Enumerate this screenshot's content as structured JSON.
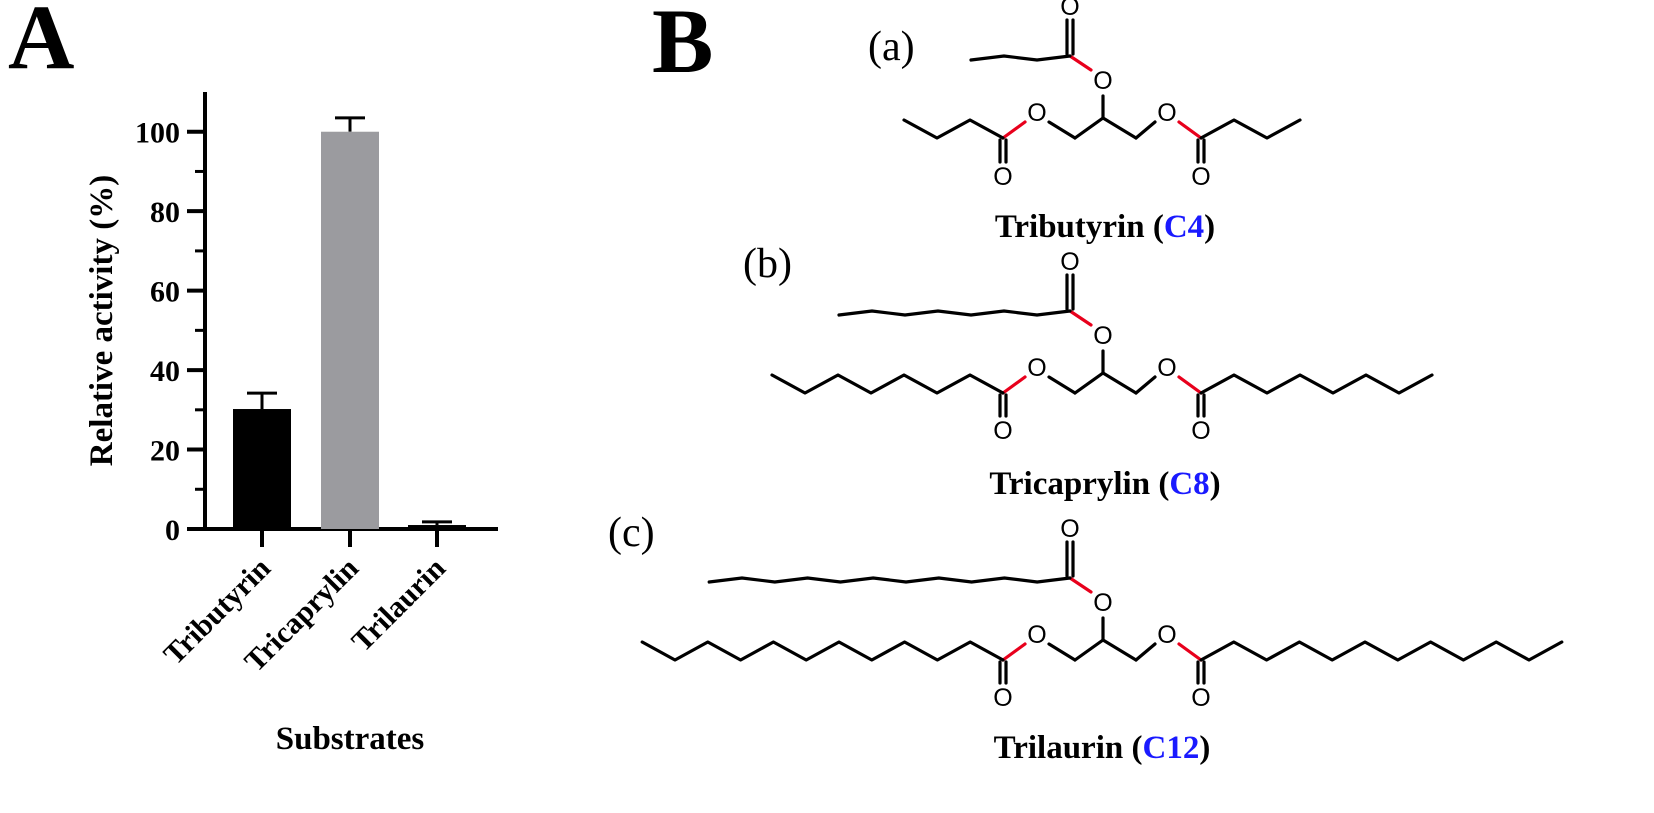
{
  "panels": {
    "a": {
      "label": "A"
    },
    "b": {
      "label": "B"
    }
  },
  "chart_data": {
    "type": "bar",
    "categories": [
      "Tributyrin",
      "Tricaprylin",
      "Trilaurin"
    ],
    "values": [
      30.2,
      100.0,
      1.0
    ],
    "errors": [
      4.0,
      3.5,
      0.8
    ],
    "bar_colors": [
      "#000000",
      "#9b9b9f",
      "#000000"
    ],
    "title": "",
    "xlabel": "Substrates",
    "ylabel": "Relative activity (%)",
    "ylim": [
      0,
      110
    ],
    "yticks": [
      "0",
      "20",
      "40",
      "60",
      "80",
      "100"
    ],
    "grid": false,
    "legend": "none"
  },
  "structures": [
    {
      "tag": "(a)",
      "name": "Tributyrin",
      "open": " (",
      "chain": "C4",
      "close": ")"
    },
    {
      "tag": "(b)",
      "name": "Tricaprylin",
      "open": " (",
      "chain": "C8",
      "close": ")"
    },
    {
      "tag": "(c)",
      "name": "Trilaurin",
      "open": " (",
      "chain": "C12",
      "close": ")"
    }
  ],
  "atoms": {
    "oxygen": "O"
  },
  "colors": {
    "ester_bond": "#e8001c",
    "chain_label": "#1a1aff",
    "line": "#000000"
  }
}
